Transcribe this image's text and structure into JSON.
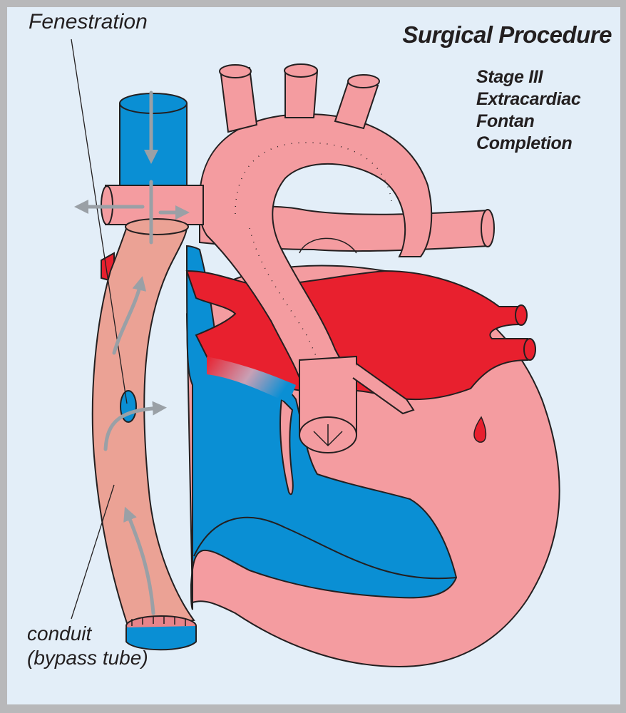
{
  "title": "Surgical Procedure",
  "subtitle_lines": [
    "Stage III",
    "Extracardiac",
    "Fontan",
    "Completion"
  ],
  "labels": {
    "fenestration": "Fenestration",
    "conduit_line1": "conduit",
    "conduit_line2": "(bypass tube)"
  },
  "colors": {
    "background": "#e3eef8",
    "frame": "#b8b8ba",
    "deoxygenated_blue": "#0a8fd4",
    "oxygenated_red": "#e8202e",
    "heart_pink": "#f49ca0",
    "conduit_pink": "#eba295",
    "arrow_gray": "#9aa0a6"
  }
}
